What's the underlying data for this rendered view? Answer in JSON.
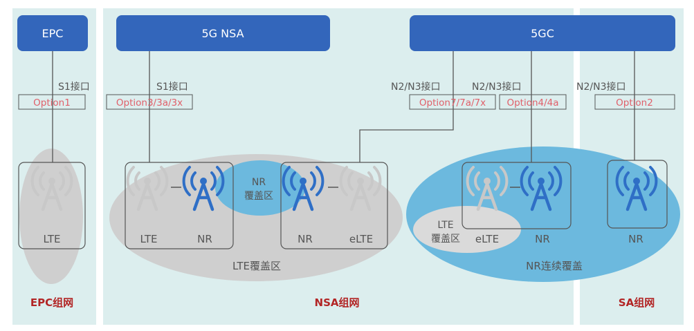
{
  "colors": {
    "panel_bg": "#dceeee",
    "core_blue": "#3366bb",
    "antenna_blue": "#2f6fc6",
    "antenna_grey": "#c8c8c8",
    "option_red": "#e0606a",
    "label_dark": "#555555",
    "region_title": "#b22525",
    "lte_coverage": "#cfcfcf",
    "nr_coverage": "#6cb9de"
  },
  "core_networks": {
    "epc": "EPC",
    "nsa": "5G NSA",
    "fivegc": "5GC"
  },
  "interfaces": {
    "epc": "S1接口",
    "nsa": "S1接口",
    "opt7": "N2/N3接口",
    "opt4": "N2/N3接口",
    "opt2": "N2/N3接口"
  },
  "options": {
    "option1": "Option1",
    "option3": "Option3/3a/3x",
    "option7": "Option7/7a/7x",
    "option4": "Option4/4a",
    "option2": "Option2"
  },
  "stations": {
    "lte": "LTE",
    "nr": "NR",
    "elte": "eLTE"
  },
  "coverage": {
    "nr_coverage": [
      "NR",
      "覆盖区"
    ],
    "lte_coverage": "LTE覆盖区",
    "lte_coverage_small": [
      "LTE",
      "覆盖区"
    ],
    "nr_continuous": "NR连续覆盖"
  },
  "regions": {
    "epc": "EPC组网",
    "nsa": "NSA组网",
    "sa": "SA组网"
  }
}
